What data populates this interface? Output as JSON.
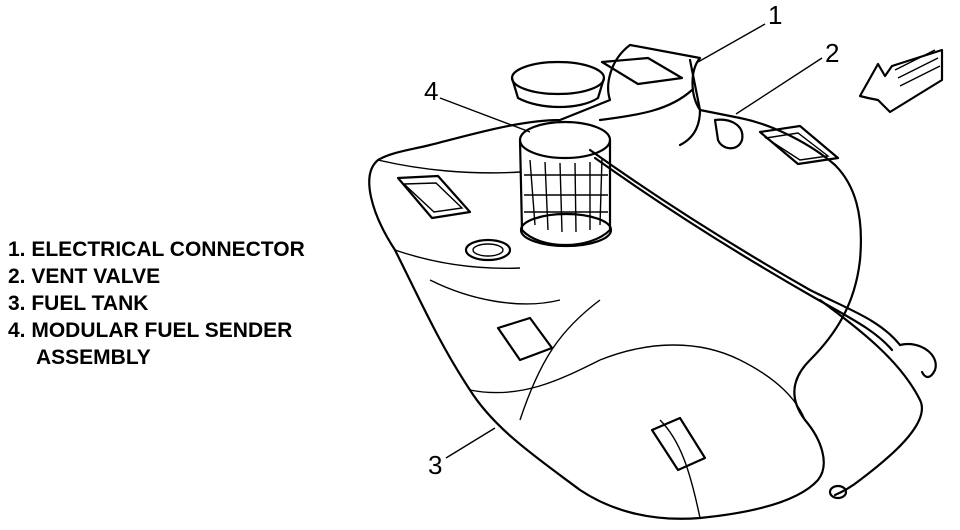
{
  "legend": {
    "items": [
      "1. ELECTRICAL CONNECTOR",
      "2. VENT VALVE",
      "3. FUEL TANK",
      "4. MODULAR FUEL SENDER"
    ],
    "continuation": "ASSEMBLY"
  },
  "callouts": {
    "one": "1",
    "two": "2",
    "three": "3",
    "four": "4"
  },
  "icons": {
    "direction": "arrow-icon"
  },
  "colors": {
    "line": "#000000",
    "background": "#ffffff"
  }
}
